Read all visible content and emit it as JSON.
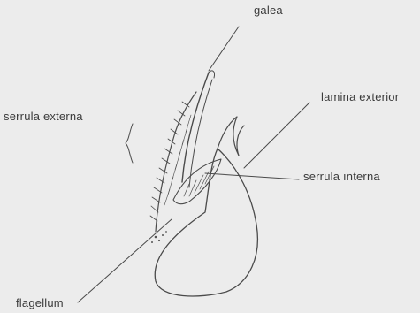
{
  "labels": {
    "galea": "galea",
    "lamina_exterior": "lamina exterior",
    "serrula_externa": "serrula externa",
    "serrula_interna": "serrula ınterna",
    "flagellum": "flagellum"
  },
  "colors": {
    "background": "#ececec",
    "ink": "#3a3a3a"
  }
}
